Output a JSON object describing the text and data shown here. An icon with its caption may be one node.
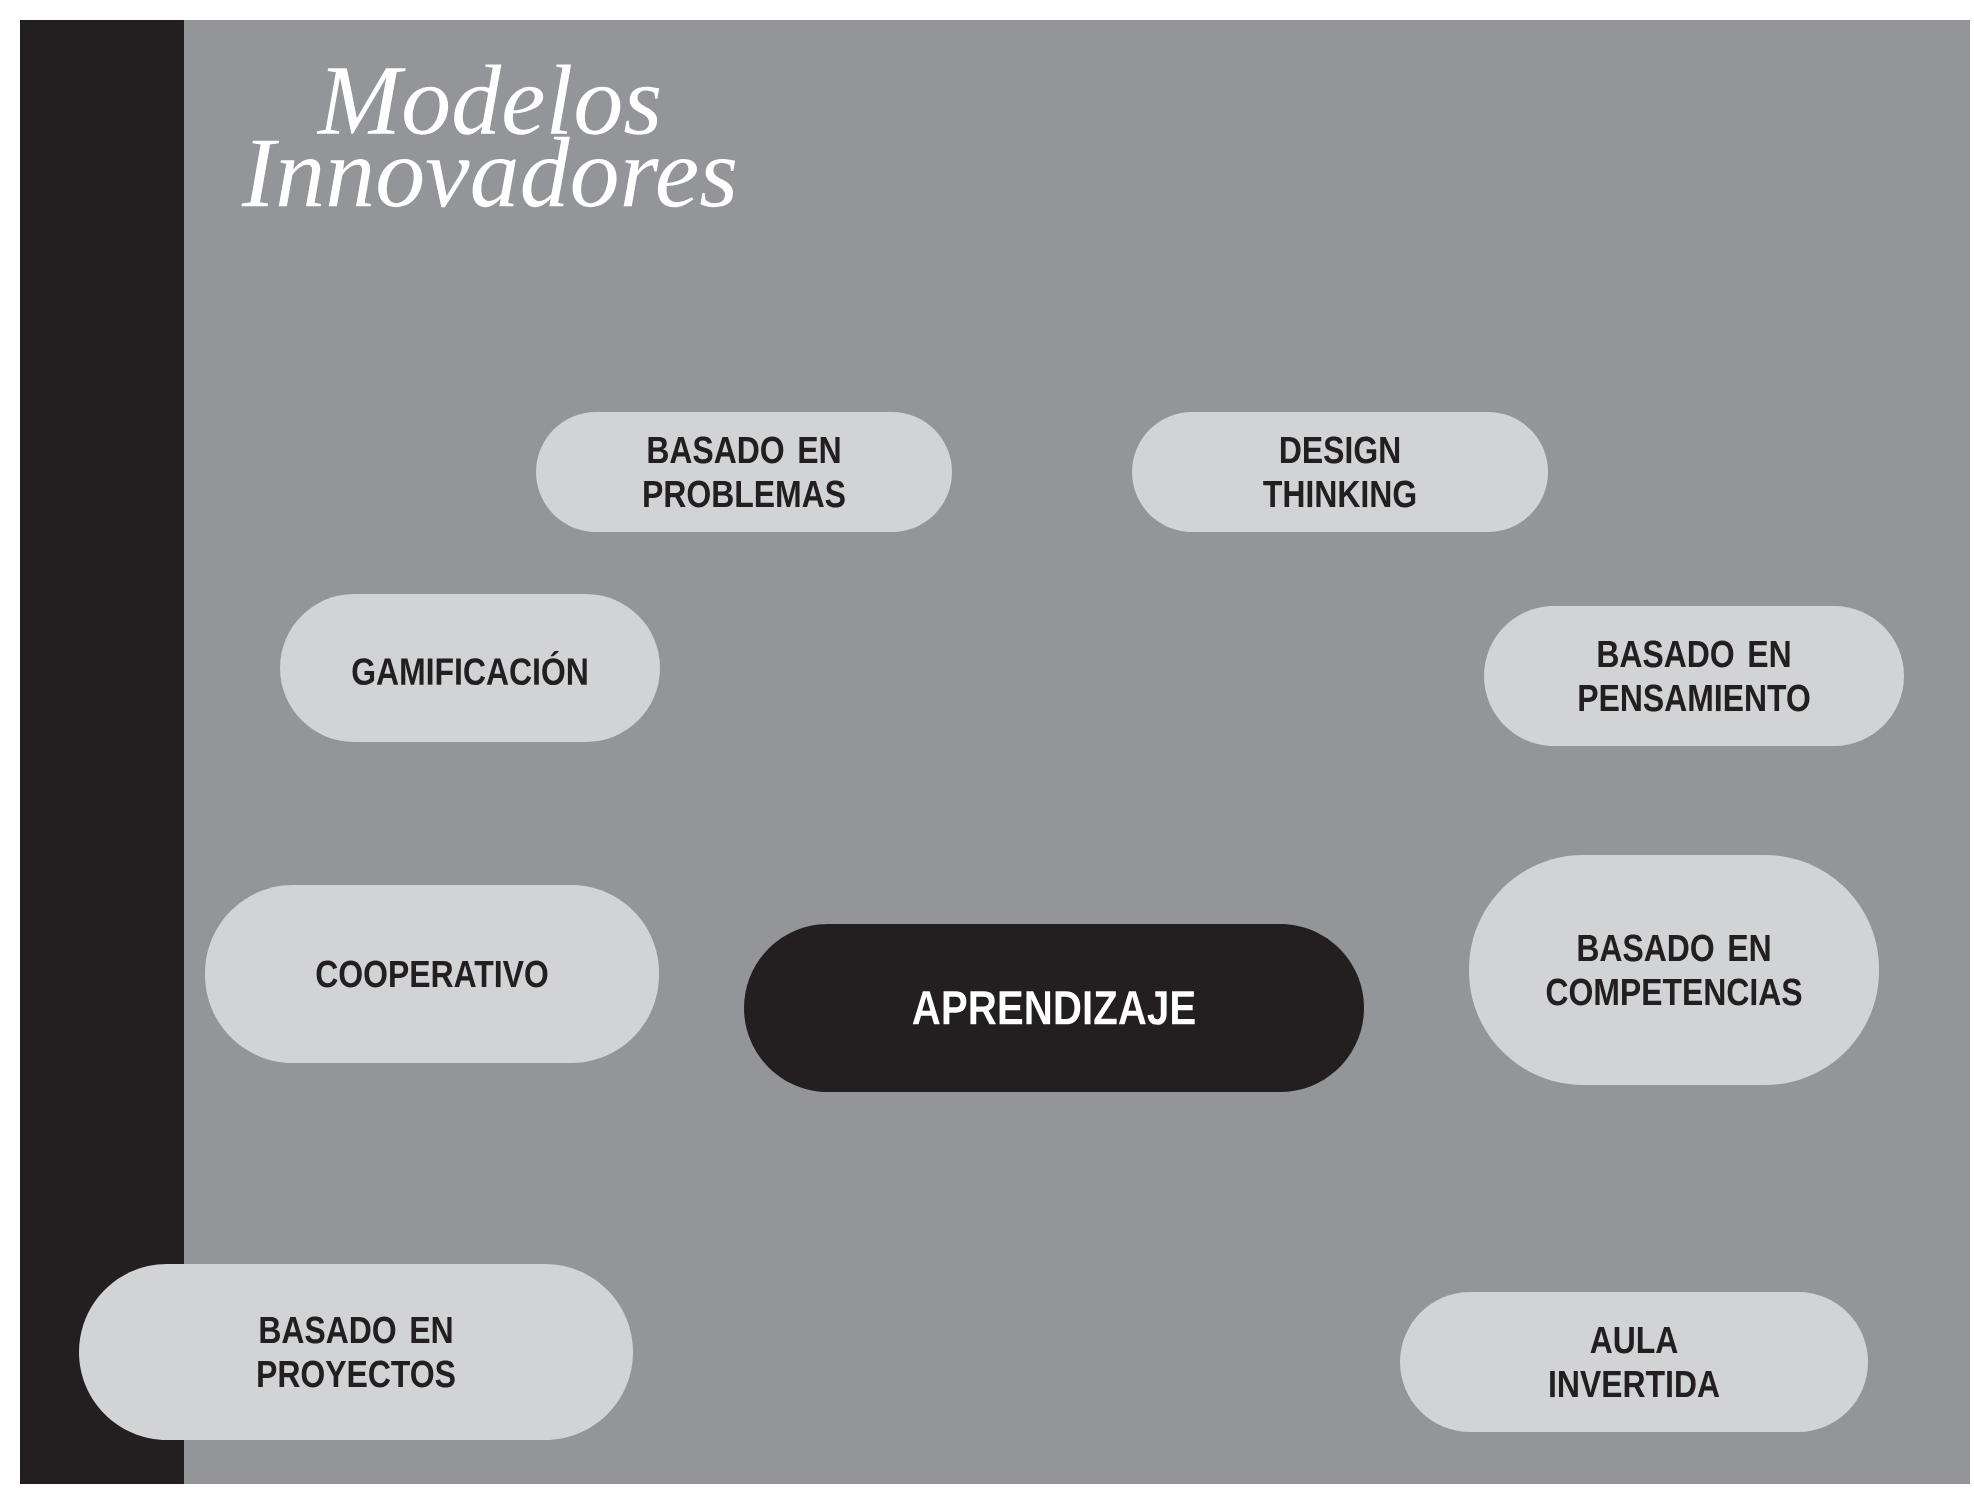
{
  "diagram": {
    "title": "Modelos Innovadores",
    "nodes": [
      {
        "text": [
          "BASADO EN PROBLEMAS"
        ]
      },
      {
        "text": [
          "DESIGN THINKING"
        ]
      },
      {
        "text": [
          "GAMIFICACIÓN"
        ]
      },
      {
        "text": [
          "BASADO EN PENSAMIENTO"
        ]
      },
      {
        "text": [
          "COOPERATIVO"
        ]
      },
      {
        "text": [
          "APRENDIZAJE"
        ]
      },
      {
        "text": [
          "BASADO EN COMPETENCIAS"
        ]
      },
      {
        "text": [
          "BASADO EN PROYECTOS"
        ]
      },
      {
        "text": [
          "AULA INVERTIDA"
        ]
      }
    ]
  }
}
